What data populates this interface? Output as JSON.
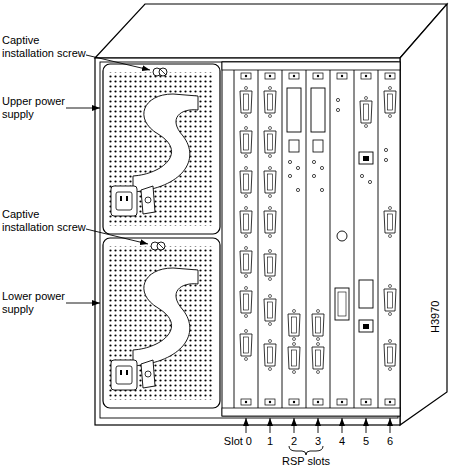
{
  "diagram": {
    "labels": [
      "Captive installation screw",
      "Upper power supply",
      "Captive installation screw",
      "Lower power supply",
      "Slot 0",
      "1",
      "2",
      "3",
      "4",
      "5",
      "6",
      "RSP slots",
      "H3970"
    ]
  }
}
